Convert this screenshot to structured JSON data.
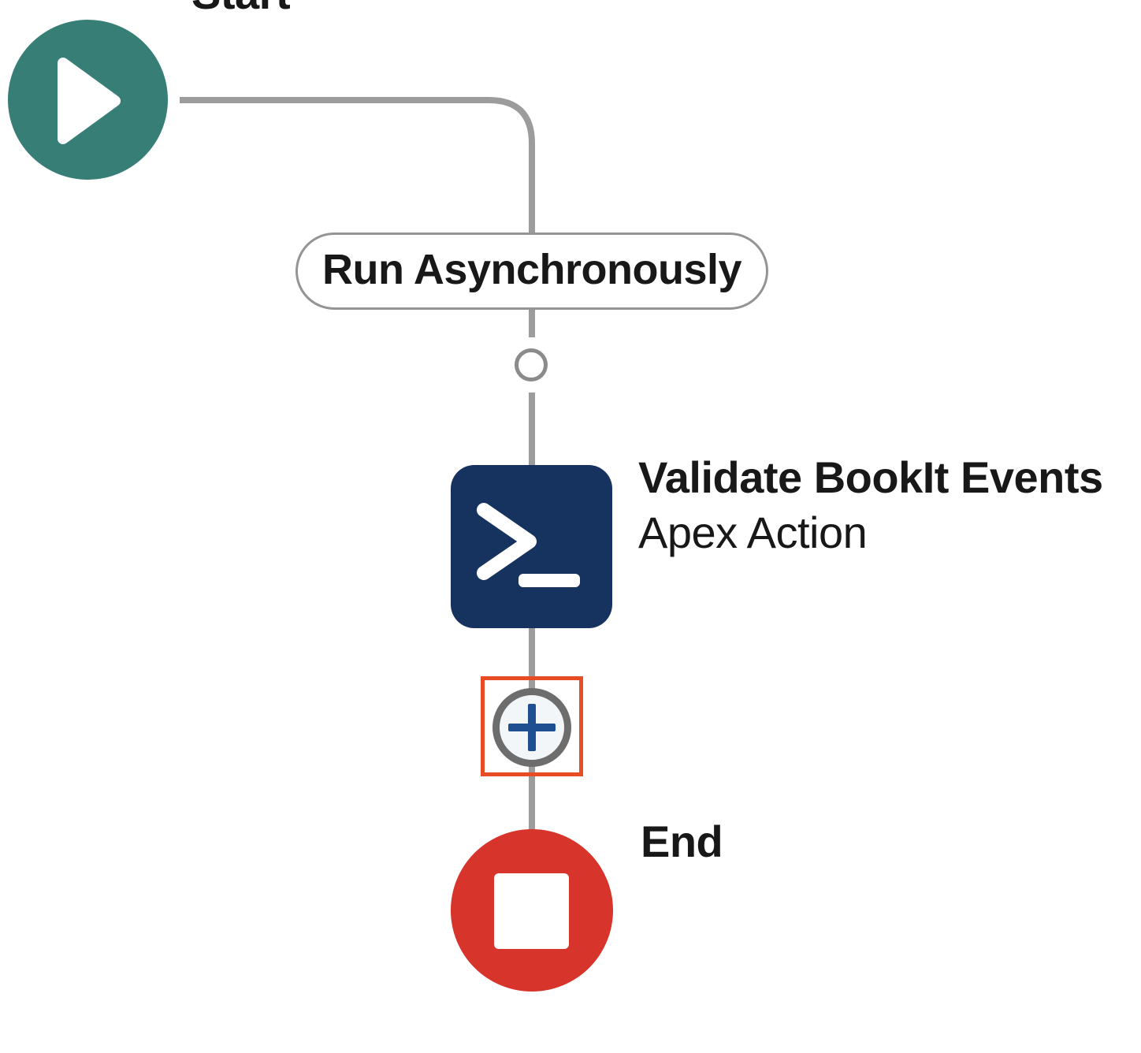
{
  "nodes": {
    "start": {
      "label": "Start",
      "icon": "play-icon"
    },
    "async_badge": {
      "label": "Run Asynchronously"
    },
    "apex_action": {
      "title": "Validate BookIt Events",
      "subtitle": "Apex Action",
      "icon": "terminal-icon"
    },
    "add_button": {
      "icon": "plus-icon",
      "selected": true
    },
    "end": {
      "label": "End",
      "icon": "stop-icon"
    }
  },
  "colors": {
    "start_node": "#377f76",
    "apex_node": "#16325f",
    "end_node": "#d7342b",
    "plus": "#1d4f91",
    "plus_ring": "#6d6d6d",
    "plus_bg": "#f3f6f9",
    "selection_outline": "#e74c25",
    "connector": "#9c9c9c",
    "pill_border": "#949494",
    "circle_node_border": "#8b8b8b",
    "text": "#181818",
    "canvas_bg": "#ffffff"
  }
}
